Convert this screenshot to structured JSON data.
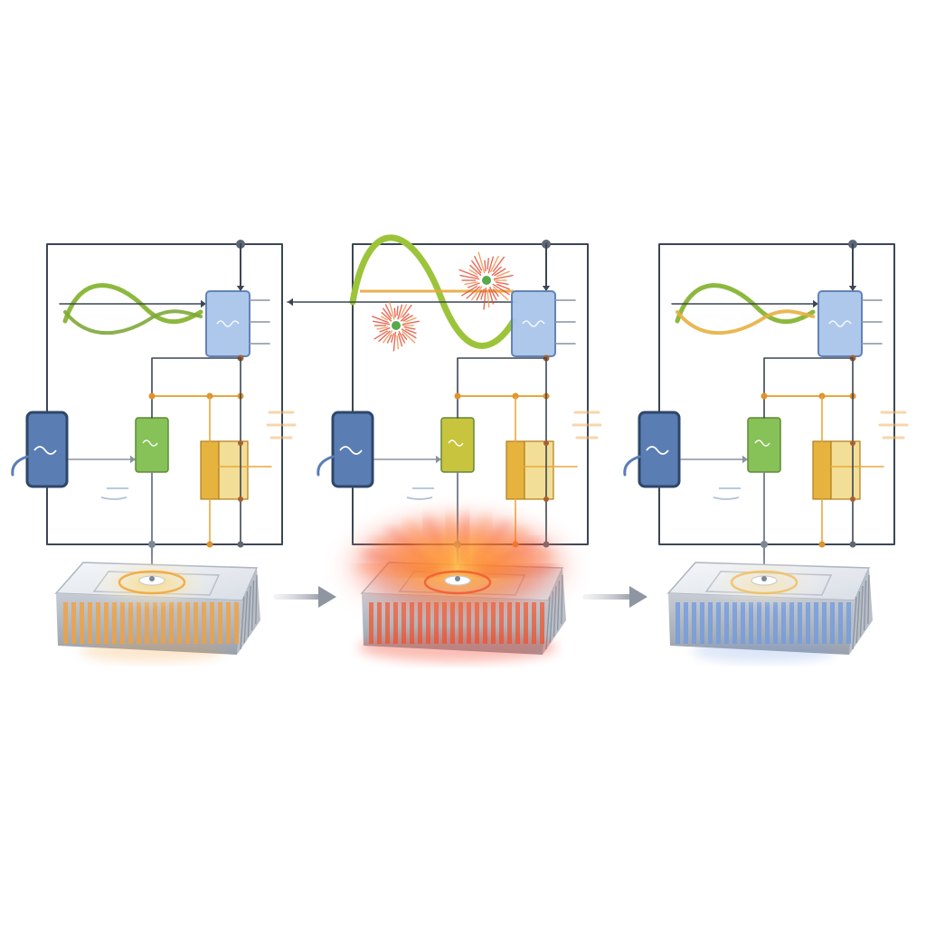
{
  "diagram": {
    "panels": [
      {
        "state": "normal",
        "wave_colors": [
          "#8db83e",
          "#7ea83a"
        ],
        "noise_bursts": false,
        "driver_block_color": "#86c257",
        "heat_color": "#f0a437",
        "sink_stripe_color": "#f3a03a",
        "glow": "warm"
      },
      {
        "state": "overheated",
        "wave_colors": [
          "#9cc43a",
          "#7fa933"
        ],
        "noise_bursts": true,
        "driver_block_color": "#c9c43e",
        "heat_color": "#f15a32",
        "sink_stripe_color": "#ec5a33",
        "glow": "hot"
      },
      {
        "state": "cooled",
        "wave_colors": [
          "#8db83e",
          "#e6b041"
        ],
        "noise_bursts": false,
        "driver_block_color": "#86c257",
        "heat_color": "#f0c060",
        "sink_stripe_color": "#6f9be0",
        "glow": "cool"
      }
    ],
    "transitions": 2,
    "colors": {
      "wire": "#3c4654",
      "control_block": "#5a7db4",
      "sensor_block": "#a9c6ea",
      "regulator_block": "#e7b33f",
      "signal_line": "#e8a93c"
    }
  }
}
